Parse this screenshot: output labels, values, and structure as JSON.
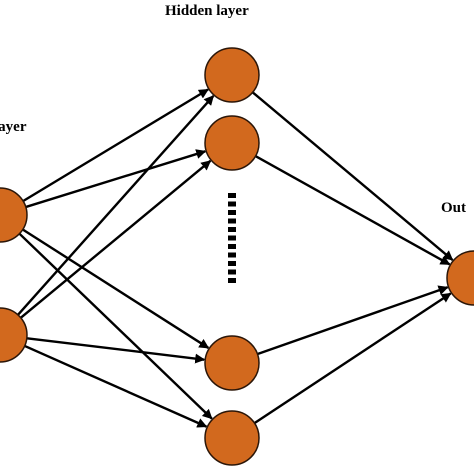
{
  "labels": {
    "hidden_layer": "Hidden layer",
    "input_layer": "layer",
    "output_layer": "Out"
  },
  "colors": {
    "node_fill": "#d2691e",
    "node_stroke": "#2b1608",
    "edge": "#000000",
    "ellipsis": "#000000"
  },
  "layers": {
    "input": {
      "node_count": 2
    },
    "hidden": {
      "visible_node_count": 4,
      "has_ellipsis": true
    },
    "output": {
      "node_count": 1
    }
  },
  "connections": "fully-connected"
}
